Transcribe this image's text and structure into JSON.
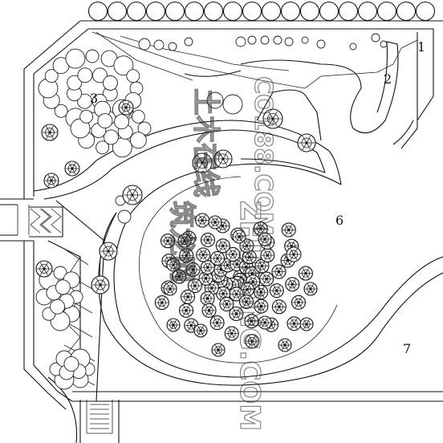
{
  "labels": {
    "zone1": "1",
    "zone2": "2",
    "zone3": "3",
    "zone6": "6",
    "zone7": "7"
  },
  "watermark": {
    "line1": "土木在线",
    "line2": "CO188.COM",
    "line3": "筑龙网",
    "line4": "ZHULONG.COM"
  }
}
